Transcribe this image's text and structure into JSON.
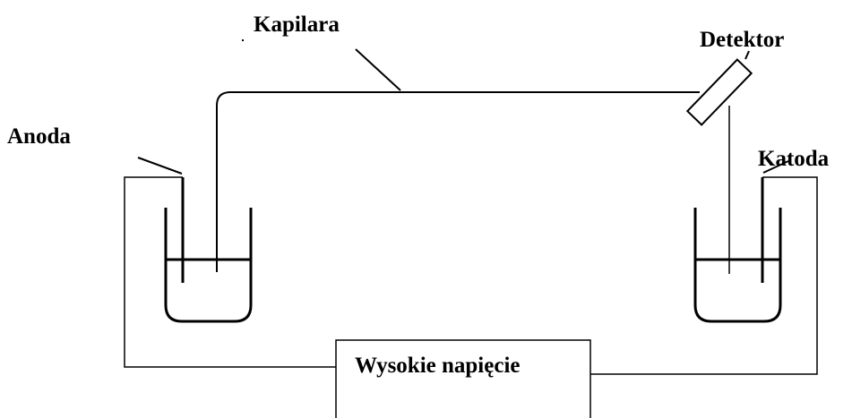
{
  "labels": {
    "capillary": "Kapilara",
    "detector": "Detektor",
    "anode": "Anoda",
    "cathode": "Katoda",
    "high_voltage": "Wysokie napięcie"
  },
  "colors": {
    "stroke": "#000000",
    "background": "#ffffff"
  }
}
